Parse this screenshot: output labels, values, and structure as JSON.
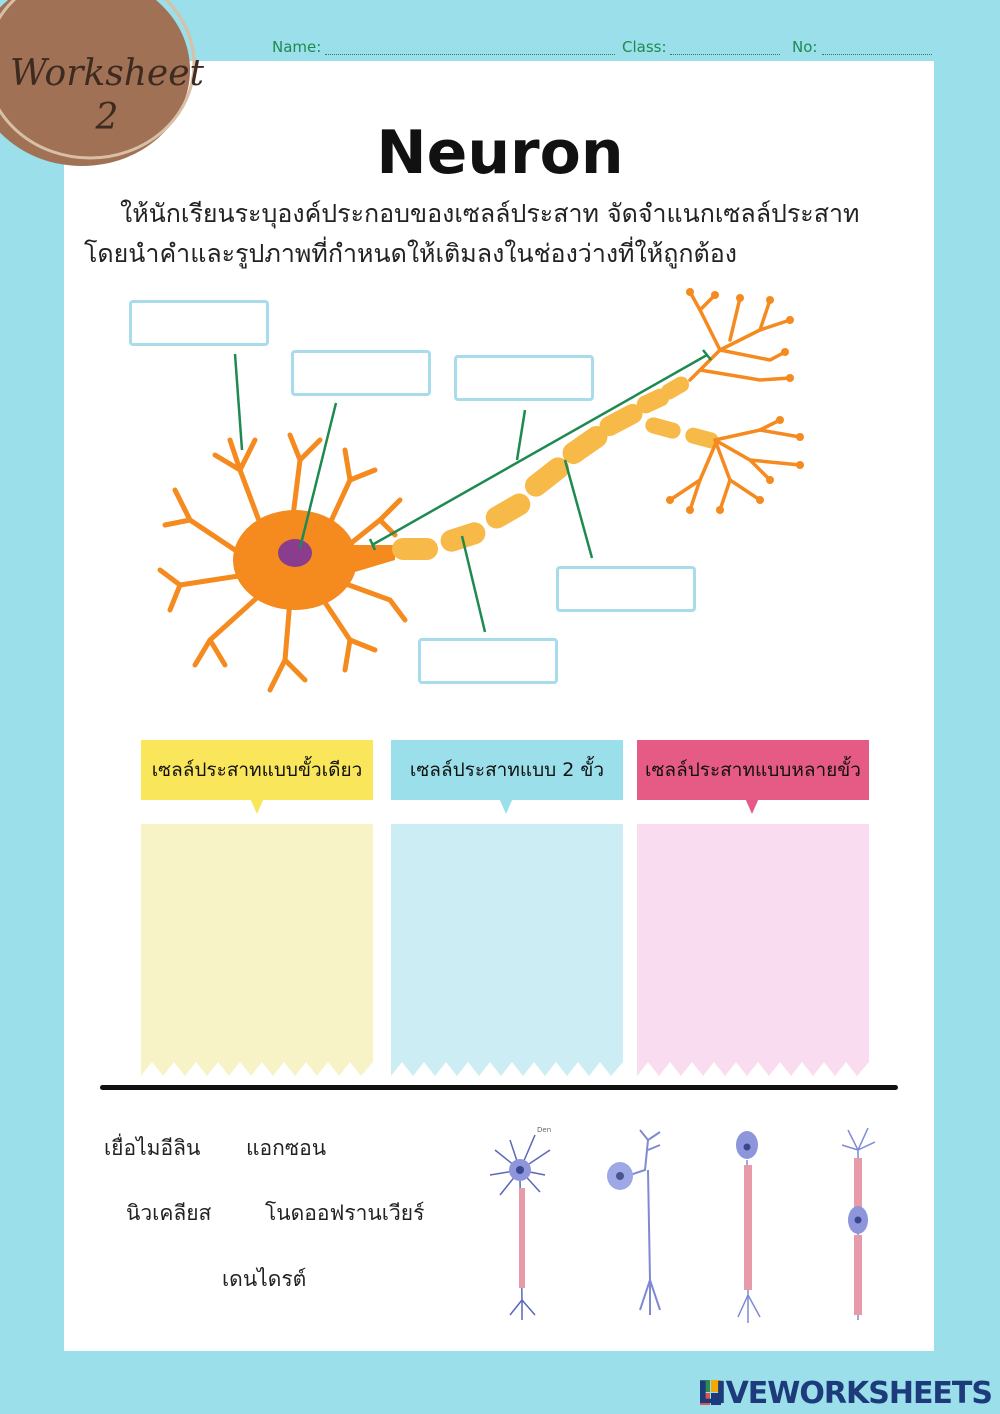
{
  "badge": {
    "line1": "Worksheet",
    "line2": "2"
  },
  "header": {
    "name_label": "Name:",
    "class_label": "Class:",
    "no_label": "No:"
  },
  "title": "Neuron",
  "instructions": {
    "line1": "ให้นักเรียนระบุองค์ประกอบของเซลล์ประสาท จัดจำแนกเซลล์ประสาท",
    "line2": "โดยนำคำและรูปภาพที่กำหนดให้เติมลงในช่องว่างที่ให้ถูกต้อง"
  },
  "label_boxes": [
    "",
    "",
    "",
    "",
    ""
  ],
  "categories": [
    {
      "label": "เซลล์ประสาทแบบขั้วเดียว",
      "header_color": "#f9e65a",
      "zone_color": "#f7f3c6"
    },
    {
      "label": "เซลล์ประสาทแบบ 2 ขั้ว",
      "header_color": "#9adfe9",
      "zone_color": "#cdedf4"
    },
    {
      "label": "เซลล์ประสาทแบบหลายขั้ว",
      "header_color": "#e65a86",
      "zone_color": "#f9dcef"
    }
  ],
  "word_bank": [
    "เยื่อไมอีลิน",
    "แอกซอน",
    "นิวเคลียส",
    "โนดออฟรานเวียร์",
    "เดนไดรต์"
  ],
  "neuron_thumb_labels": {
    "den": "Den"
  },
  "colors": {
    "accent": "#9adfe9",
    "neuron": "#f58a1f",
    "myelin": "#f7b947",
    "leader": "#1e8a52"
  },
  "footer": {
    "brand": "LIVEWORKSHEETS",
    "icon": "liveworksheets-logo-icon"
  }
}
